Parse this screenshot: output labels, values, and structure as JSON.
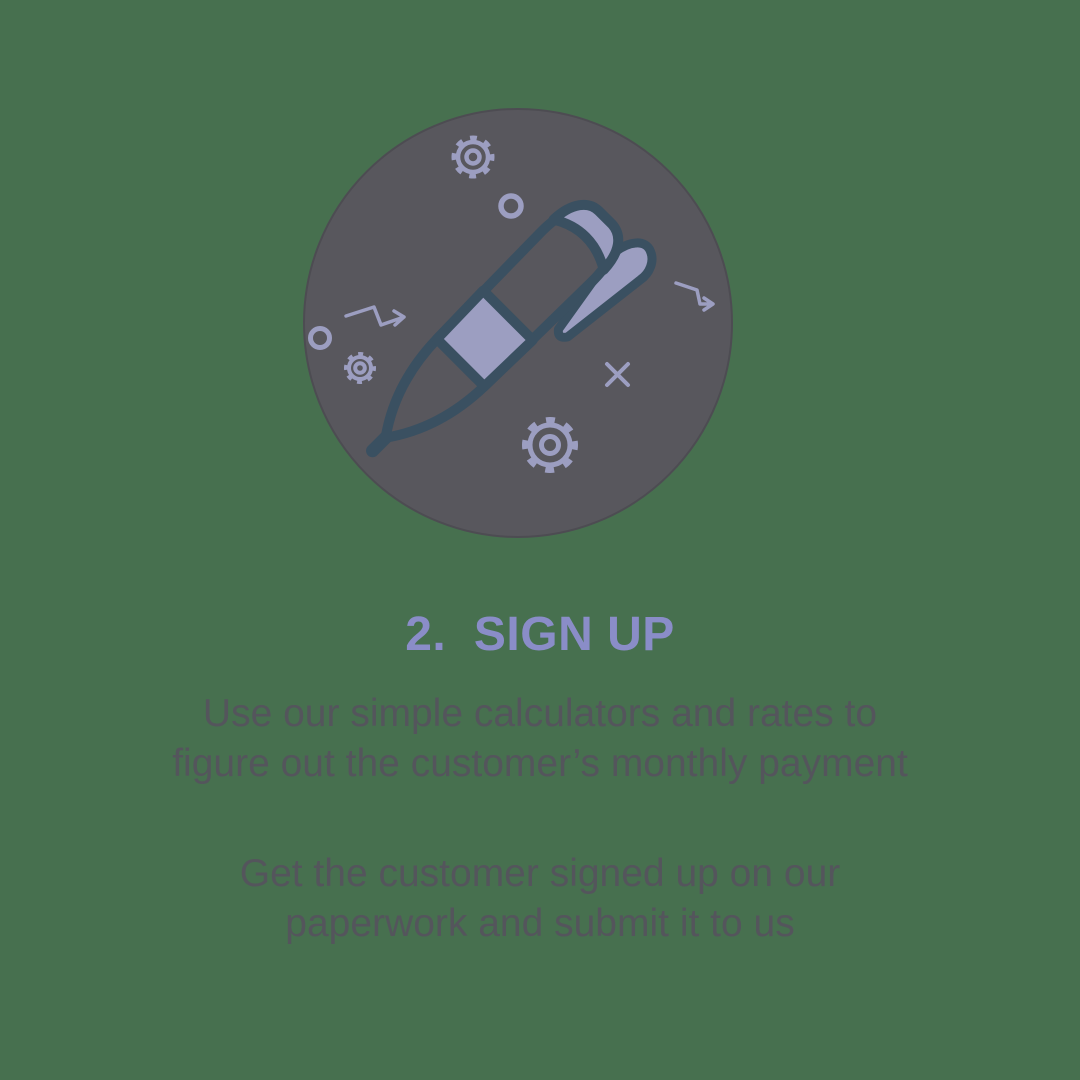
{
  "step": {
    "number_title": "2.  SIGN UP",
    "description_1": "Use our simple calculators and rates to\nfigure out the customer’s monthly payment",
    "description_2": "Get the customer signed up on our\npaperwork and submit it to us"
  },
  "illustration": {
    "name": "pen-in-circle",
    "icons": [
      "pen-icon",
      "gear-icon",
      "ring-icon",
      "zigzag-arrow-icon",
      "x-mark-icon"
    ]
  },
  "colors": {
    "background": "#47704F",
    "circle_fill": "#58575D",
    "circle_rim": "#4D4C52",
    "pen_outline": "#3A5061",
    "accent_lavender": "#9C9EC1",
    "title_color": "#8A8DC8",
    "body_text": "#54555C"
  }
}
